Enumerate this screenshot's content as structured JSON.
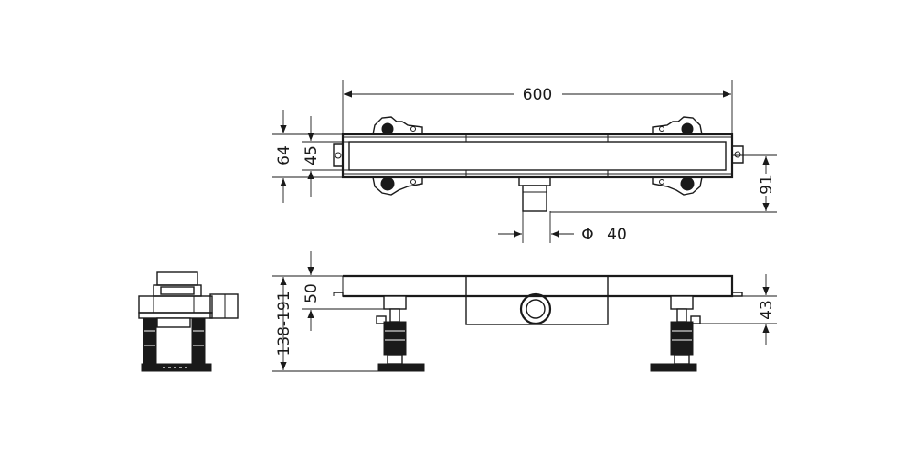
{
  "dimensions": {
    "length": "600",
    "height_total": "64",
    "height_channel": "45",
    "outlet_depth": "91",
    "outlet_diameter_symbol": "Φ",
    "outlet_diameter": "40",
    "side_height_range": "138-191",
    "side_channel_depth": "50",
    "side_right_height": "43"
  }
}
